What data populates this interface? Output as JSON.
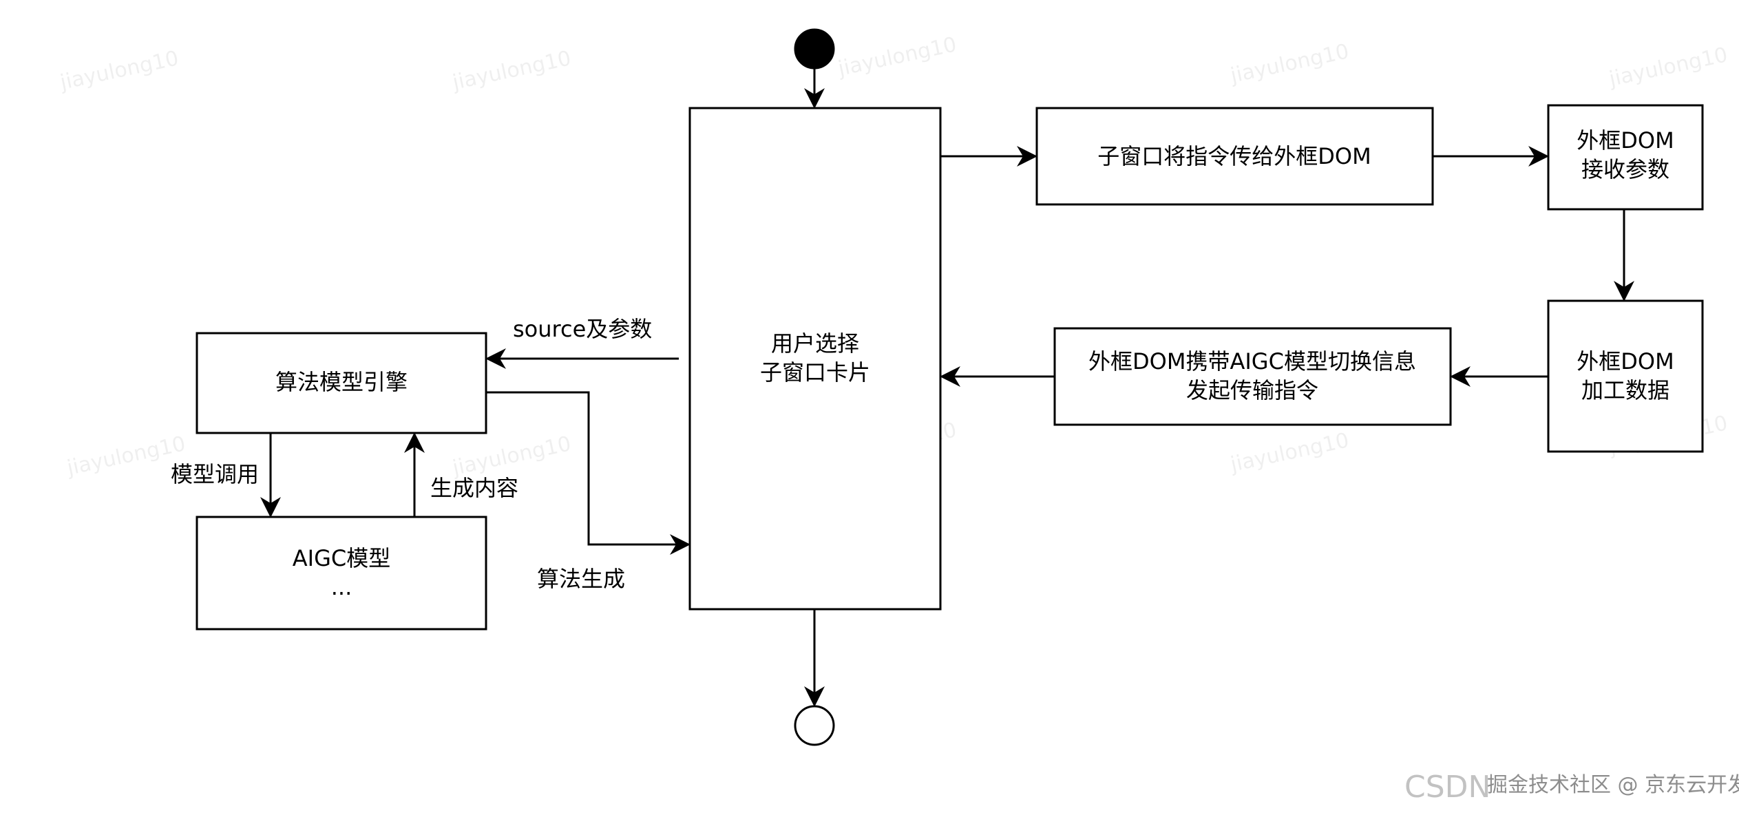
{
  "nodes": {
    "start": {
      "type": "initial"
    },
    "end": {
      "type": "final"
    },
    "main": {
      "lines": [
        "用户选择",
        "子窗口卡片"
      ]
    },
    "send_cmd": {
      "lines": [
        "子窗口将指令传给外框DOM"
      ]
    },
    "outer_receive": {
      "lines": [
        "外框DOM",
        "接收参数"
      ]
    },
    "outer_process": {
      "lines": [
        "外框DOM",
        "加工数据"
      ]
    },
    "outer_carry": {
      "lines": [
        "外框DOM携带AIGC模型切换信息",
        "发起传输指令"
      ]
    },
    "algo_engine": {
      "lines": [
        "算法模型引擎"
      ]
    },
    "aigc_model": {
      "lines": [
        "AIGC模型",
        "..."
      ]
    }
  },
  "edge_labels": {
    "source_params": "source及参数",
    "model_call": "模型调用",
    "generate_content": "生成内容",
    "algo_generate": "算法生成"
  },
  "watermark": {
    "text": "jiayulong10"
  },
  "footer": {
    "csdn": "CSDN",
    "credit": "掘金技术社区 @ 京东云开发者"
  },
  "colors": {
    "stroke": "#000000",
    "fill": "#ffffff"
  }
}
